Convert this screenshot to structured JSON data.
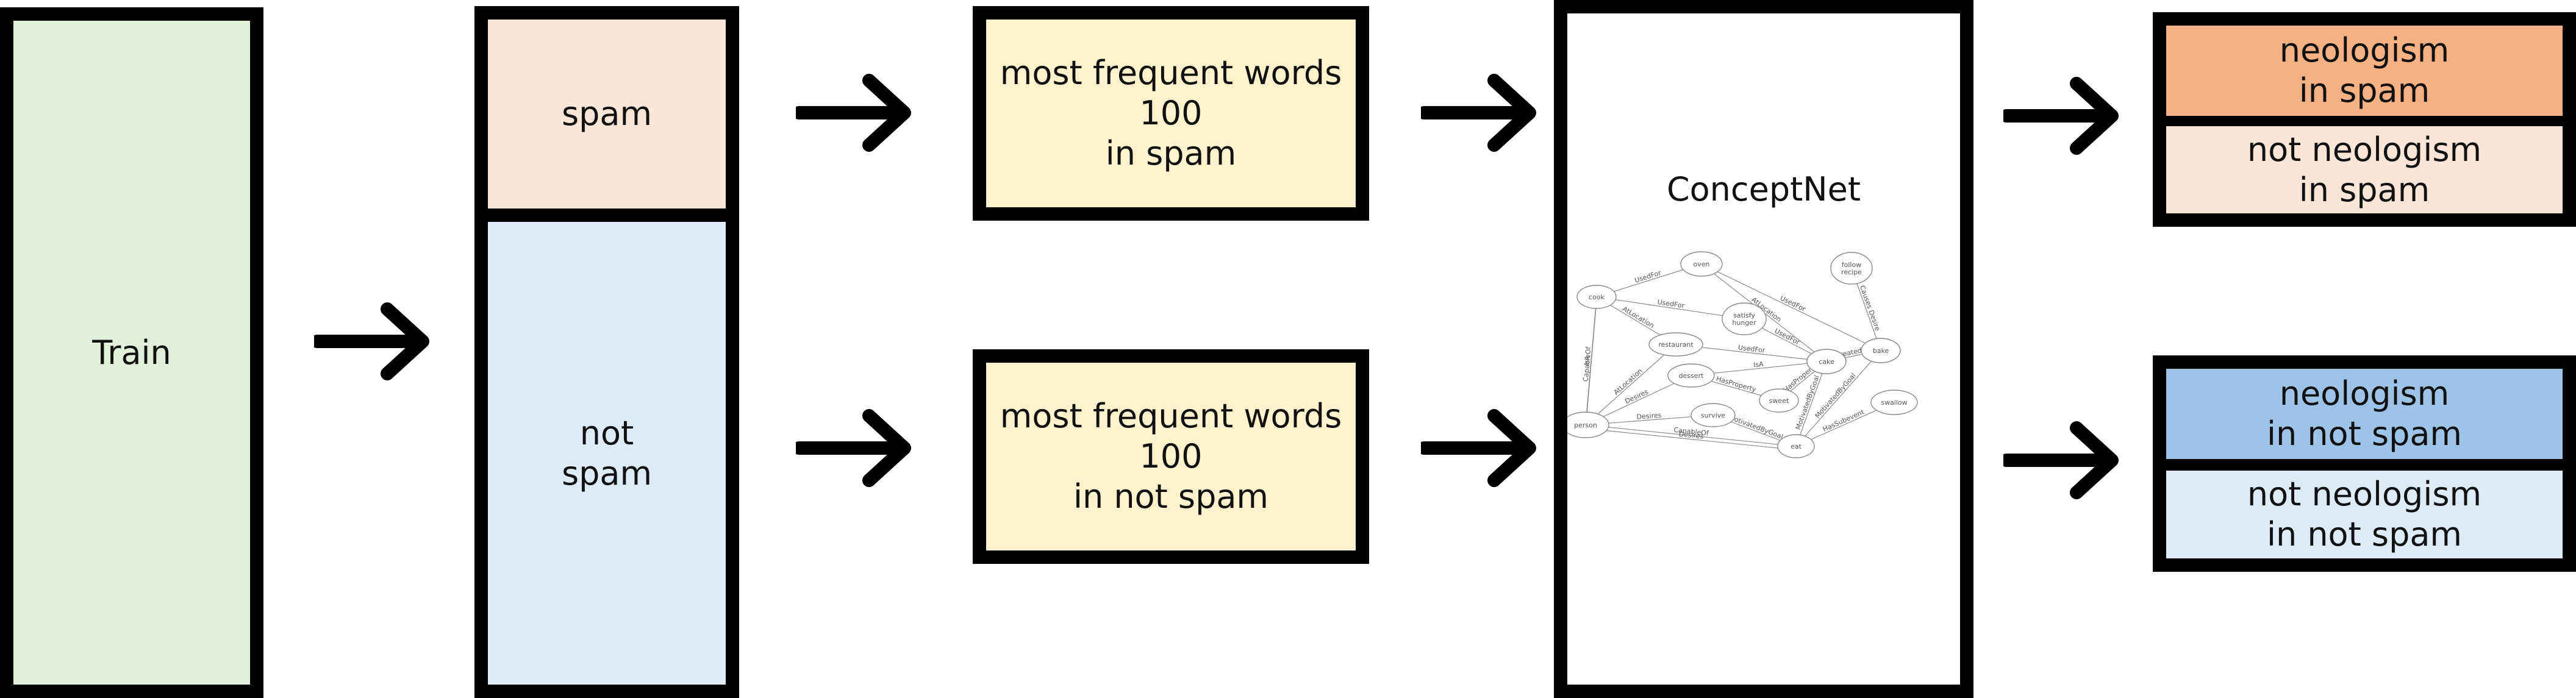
{
  "train": {
    "label": "Train",
    "color": "#e2efda"
  },
  "split": {
    "spam": {
      "label": "spam",
      "color": "#fbe5d6"
    },
    "not_spam": {
      "label": "not\nspam",
      "color": "#deebf7"
    }
  },
  "frequent_words": {
    "spam": {
      "label": "most frequent words\n100\nin spam",
      "color": "#fff2cc"
    },
    "not_spam": {
      "label": "most frequent words\n100\nin not spam",
      "color": "#fff2cc"
    }
  },
  "conceptnet": {
    "title": "ConceptNet",
    "nodes": [
      {
        "id": "oven",
        "label": "oven"
      },
      {
        "id": "follow_recipe",
        "label": "follow\nrecipe"
      },
      {
        "id": "cook",
        "label": "cook"
      },
      {
        "id": "satisfy_hunger",
        "label": "satisfy\nhunger"
      },
      {
        "id": "restaurant",
        "label": "restaurant"
      },
      {
        "id": "bake",
        "label": "bake"
      },
      {
        "id": "cake",
        "label": "cake"
      },
      {
        "id": "dessert",
        "label": "dessert"
      },
      {
        "id": "sweet",
        "label": "sweet"
      },
      {
        "id": "survive",
        "label": "survive"
      },
      {
        "id": "person",
        "label": "person"
      },
      {
        "id": "swallow",
        "label": "swallow"
      },
      {
        "id": "eat",
        "label": "eat"
      }
    ],
    "edges": [
      {
        "from": "cook",
        "to": "oven",
        "label": "UsedFor"
      },
      {
        "from": "cook",
        "to": "satisfy_hunger",
        "label": "UsedFor"
      },
      {
        "from": "cook",
        "to": "restaurant",
        "label": "AtLocation"
      },
      {
        "from": "cook",
        "to": "person",
        "label": "IsA"
      },
      {
        "from": "cook",
        "to": "person",
        "label": "CapableOf"
      },
      {
        "from": "oven",
        "to": "cake",
        "label": "AtLocation"
      },
      {
        "from": "oven",
        "to": "bake",
        "label": "UsedFor"
      },
      {
        "from": "follow_recipe",
        "to": "bake",
        "label": "Causes Desire"
      },
      {
        "from": "satisfy_hunger",
        "to": "cake",
        "label": "UsedFor"
      },
      {
        "from": "restaurant",
        "to": "cake",
        "label": "UsedFor"
      },
      {
        "from": "restaurant",
        "to": "person",
        "label": "AtLocation"
      },
      {
        "from": "bake",
        "to": "cake",
        "label": "CreatedBy"
      },
      {
        "from": "dessert",
        "to": "cake",
        "label": "IsA"
      },
      {
        "from": "dessert",
        "to": "person",
        "label": "Desires"
      },
      {
        "from": "cake",
        "to": "sweet",
        "label": "HasProperty"
      },
      {
        "from": "cake",
        "to": "eat",
        "label": "MotivatedByGoal"
      },
      {
        "from": "dessert",
        "to": "sweet",
        "label": "HasProperty"
      },
      {
        "from": "survive",
        "to": "person",
        "label": "Desires"
      },
      {
        "from": "eat",
        "to": "survive",
        "label": "MotivatedByGoal"
      },
      {
        "from": "person",
        "to": "eat",
        "label": "CapableOf"
      },
      {
        "from": "person",
        "to": "eat",
        "label": "Desires"
      },
      {
        "from": "eat",
        "to": "swallow",
        "label": "HasSubevent"
      },
      {
        "from": "bake",
        "to": "eat",
        "label": "MotivatedByGoal"
      }
    ]
  },
  "results": {
    "spam_neologism": {
      "label": "neologism\nin spam",
      "color": "#f4b183"
    },
    "spam_not_neologism": {
      "label": "not neologism\nin spam",
      "color": "#fbe5d6"
    },
    "not_spam_neologism": {
      "label": "neologism\nin not spam",
      "color": "#9dc3e6"
    },
    "not_spam_not_neologism": {
      "label": "not neologism\nin not spam",
      "color": "#deebf7"
    }
  },
  "arrow_icon": "right-arrow"
}
